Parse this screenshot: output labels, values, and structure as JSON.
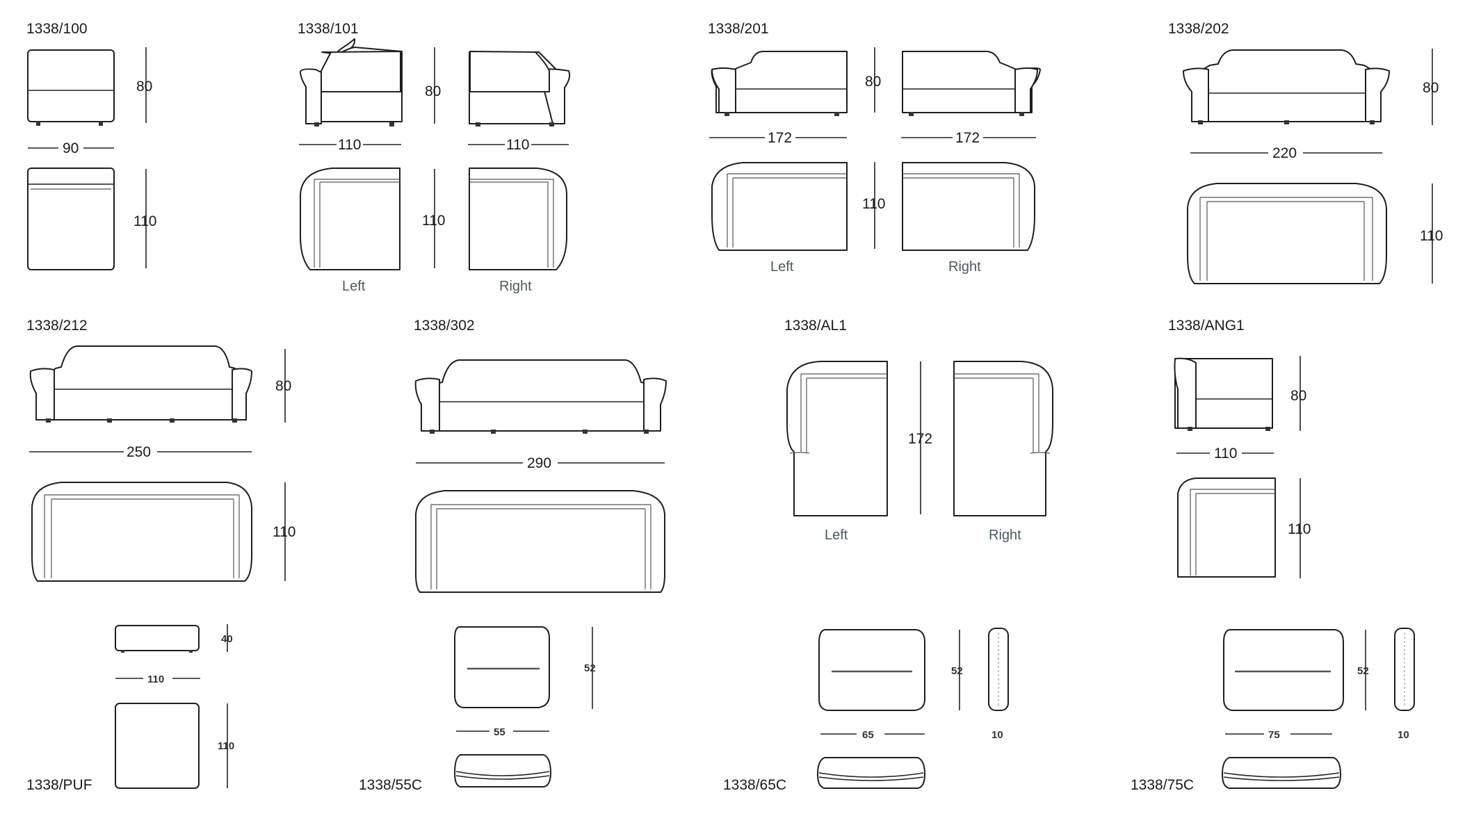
{
  "models": {
    "m100": {
      "code": "1338/100",
      "height": "80",
      "width": "90",
      "depth": "110"
    },
    "m101": {
      "code": "1338/101",
      "height": "80",
      "width_left": "110",
      "width_right": "110",
      "depth": "110",
      "left": "Left",
      "right": "Right"
    },
    "m201": {
      "code": "1338/201",
      "height": "80",
      "width_left": "172",
      "width_right": "172",
      "depth": "110",
      "left": "Left",
      "right": "Right"
    },
    "m202": {
      "code": "1338/202",
      "height": "80",
      "width": "220",
      "depth": "110"
    },
    "m212": {
      "code": "1338/212",
      "height": "80",
      "width": "250",
      "depth": "110"
    },
    "m302": {
      "code": "1338/302",
      "width": "290"
    },
    "mAL1": {
      "code": "1338/AL1",
      "length": "172",
      "left": "Left",
      "right": "Right"
    },
    "mANG1": {
      "code": "1338/ANG1",
      "height": "80",
      "width": "110",
      "depth": "110"
    },
    "mPUF": {
      "code": "1338/PUF",
      "height": "40",
      "width": "110",
      "depth": "110"
    },
    "m55C": {
      "code": "1338/55C",
      "height": "52",
      "width": "55"
    },
    "m65C": {
      "code": "1338/65C",
      "height": "52",
      "width": "65",
      "thickness": "10"
    },
    "m75C": {
      "code": "1338/75C",
      "height": "52",
      "width": "75",
      "thickness": "10"
    }
  }
}
